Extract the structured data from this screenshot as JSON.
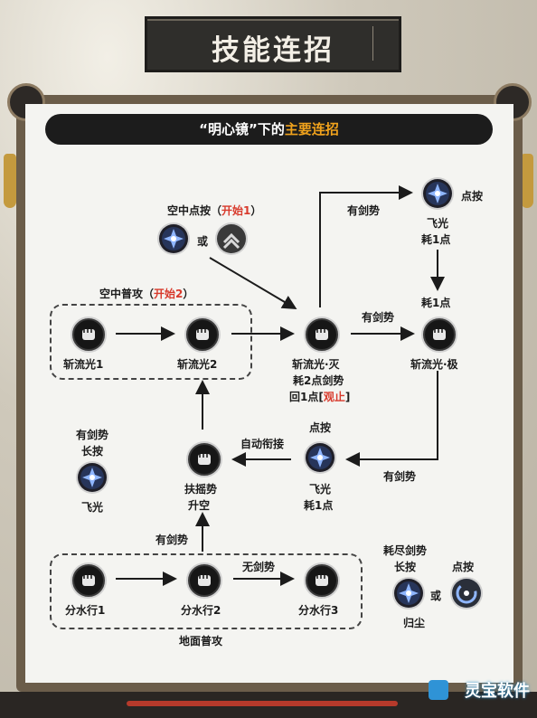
{
  "title": "技能连招",
  "subtitle": {
    "prefix": "“明心镜”下的",
    "highlight": "主要连招"
  },
  "nodes": {
    "air_tap": {
      "label_main": "空中点按（",
      "label_red": "开始1",
      "label_end": "）",
      "or": "或"
    },
    "air_attack": {
      "label_main": "空中普攻（",
      "label_red": "开始2",
      "label_end": "）"
    },
    "zhanliu1": "斩流光1",
    "zhanliu2": "斩流光2",
    "zhanliu_mie": "斩流光·灭",
    "mie_cost1": "耗2点剑势",
    "mie_cost2_main": "回1点[",
    "mie_cost2_red": "观止",
    "mie_cost2_end": "]",
    "zhanliu_ji": "斩流光·极",
    "ji_cost": "耗1点",
    "feiguang_top_tap": "点按",
    "feiguang_top": "飞光",
    "feiguang_top_cost": "耗1点",
    "has_jianshi_top": "有剑势",
    "has_jianshi_mid": "有剑势",
    "has_jianshi_right": "有剑势",
    "auto_link": "自动衔接",
    "feiguang_mid_tap": "点按",
    "feiguang_mid": "飞光",
    "feiguang_mid_cost": "耗1点",
    "fuyao1": "扶摇势",
    "fuyao2": "升空",
    "left_hold1": "有剑势",
    "left_hold2": "长按",
    "left_feiguang": "飞光",
    "has_jianshi_ground": "有剑势",
    "no_jianshi": "无剑势",
    "fenshui1": "分水行1",
    "fenshui2": "分水行2",
    "fenshui3": "分水行3",
    "ground_attack": "地面普攻",
    "guichen_a": "耗尽剑势",
    "guichen_b": "长按",
    "guichen_tap": "点按",
    "guichen_or": "或",
    "guichen": "归尘"
  },
  "colors": {
    "accent": "#f0a21c",
    "red": "#d83a2c",
    "panel": "#f4f4f1"
  },
  "watermark": "灵宝软件"
}
